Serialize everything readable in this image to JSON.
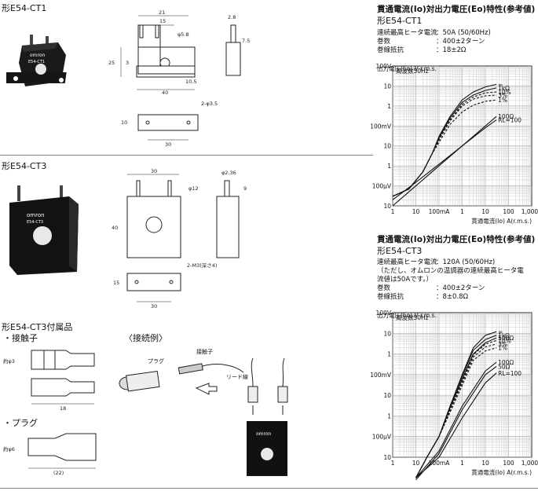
{
  "left": {
    "ct1_title": "形E54-CT1",
    "ct3_title": "形E54-CT3",
    "acc_title": "形E54-CT3付属品",
    "contact_label": "・接触子",
    "plug_label": "・プラグ",
    "connection_label": "〈接続例〉",
    "conn_plug": "プラグ",
    "conn_contact": "接触子",
    "conn_lead": "リード線",
    "ct1_dims": {
      "w21": "21",
      "w15": "15",
      "phi58": "φ5.8",
      "h28": "2.8",
      "h75": "7.5",
      "h25": "25",
      "h3": "3",
      "h105": "10.5",
      "w40": "40",
      "hole": "2-φ3.5",
      "h10": "10",
      "w30": "30"
    },
    "ct3_dims": {
      "w30": "30",
      "phi236": "φ2.36",
      "h9": "9",
      "phi12": "φ12",
      "h40": "40",
      "m3": "2-M3(深さ4)",
      "h15": "15",
      "w30b": "30"
    },
    "acc_dims": {
      "phi3": "約φ3",
      "l18": "18",
      "phi6": "約φ6",
      "l22": "(22)"
    },
    "product_label_ct1": "E54-CT1",
    "product_label_ct3": "E54-CT3",
    "brand": "omron"
  },
  "right": {
    "ct1": {
      "chart_title": "貫通電流(Io)対出力電圧(Eo)特性(参考値)",
      "model": "形E54-CT1",
      "spec_rows": [
        {
          "label": "連続最高ヒータ電流",
          "value": "：50A (50/60Hz)"
        },
        {
          "label": "巻数",
          "value": "：400±2ターン"
        },
        {
          "label": "巻線抵抗",
          "value": "：18±2Ω"
        }
      ]
    },
    "ct3": {
      "chart_title": "貫通電流(Io)対出力電圧(Eo)特性(参考値)",
      "model": "形E54-CT3",
      "spec_rows": [
        {
          "label": "連続最高ヒータ電流",
          "value": "：120A (50/60Hz)"
        }
      ],
      "note1": "（ただし、オムロンの温調器の連続最高ヒータ電",
      "note2": "流値は50Aです。）",
      "spec_rows2": [
        {
          "label": "巻数",
          "value": "：400±2ターン"
        },
        {
          "label": "巻線抵抗",
          "value": "：8±0.8Ω"
        }
      ]
    }
  },
  "chart_data": [
    {
      "type": "line",
      "title": "貫通電流(Io)対出力電圧(Eo)特性(参考値)",
      "xlabel": "貫通電流(Io) A(r.m.s.)",
      "ylabel": "出力電圧(Eo) V r.m.s.",
      "frequency_note": "周波数50Hz",
      "x_scale": "log",
      "y_scale": "log",
      "xlim": [
        1,
        1000
      ],
      "ylim": [
        1e-05,
        100
      ],
      "x_ticks": [
        "1",
        "10",
        "100mA",
        "1",
        "10",
        "100",
        "1,000A"
      ],
      "y_ticks": [
        "100V",
        "10",
        "1",
        "100mV",
        "10",
        "1",
        "100μV",
        "10"
      ],
      "series": [
        {
          "name": "∞",
          "x": [
            0.001,
            0.005,
            0.02,
            0.05,
            0.1,
            0.3,
            1,
            3,
            10,
            30
          ],
          "y": [
            3e-05,
            7e-05,
            0.0005,
            0.004,
            0.03,
            0.3,
            2,
            5,
            9,
            12
          ]
        },
        {
          "name": "1kΩ",
          "x": [
            0.001,
            0.005,
            0.02,
            0.05,
            0.1,
            0.3,
            1,
            3,
            10,
            30
          ],
          "y": [
            3e-05,
            7e-05,
            0.0005,
            0.004,
            0.025,
            0.25,
            1.5,
            3.5,
            6,
            8
          ]
        },
        {
          "name": "10%",
          "x": [
            0.001,
            0.005,
            0.02,
            0.05,
            0.1,
            0.3,
            1,
            3,
            10,
            30
          ],
          "y": [
            3e-05,
            7e-05,
            0.0005,
            0.004,
            0.02,
            0.2,
            1.2,
            2.8,
            4.5,
            5
          ]
        },
        {
          "name": "3%",
          "x": [
            0.001,
            0.005,
            0.02,
            0.05,
            0.1,
            0.3,
            1,
            3,
            10,
            30
          ],
          "y": [
            3e-05,
            7e-05,
            0.0005,
            0.004,
            0.02,
            0.18,
            1.0,
            2.2,
            3.2,
            3.5
          ]
        },
        {
          "name": "1%",
          "x": [
            0.001,
            0.005,
            0.02,
            0.05,
            0.1,
            0.3,
            1,
            3,
            10,
            30
          ],
          "y": [
            3e-05,
            7e-05,
            0.0005,
            0.004,
            0.015,
            0.12,
            0.5,
            1.1,
            1.7,
            2.0
          ]
        },
        {
          "name": "100Ω",
          "x": [
            0.001,
            0.01,
            0.1,
            1,
            10,
            30
          ],
          "y": [
            1e-05,
            0.0001,
            0.001,
            0.01,
            0.1,
            0.3
          ]
        },
        {
          "name": "RL=100",
          "x": [
            0.001,
            0.01,
            0.1,
            1,
            10,
            30
          ],
          "y": [
            2e-05,
            0.00015,
            0.0012,
            0.01,
            0.08,
            0.2
          ]
        }
      ],
      "labels": [
        "歪率",
        "10%",
        "3%",
        "1%",
        "∞",
        "1kΩ",
        "100Ω",
        "RL=100"
      ]
    },
    {
      "type": "line",
      "title": "貫通電流(Io)対出力電圧(Eo)特性(参考値)",
      "xlabel": "貫通電流(Io) A(r.m.s.)",
      "ylabel": "出力電圧(Eo) V r.m.s.",
      "frequency_note": "周波数50Hz",
      "x_scale": "log",
      "y_scale": "log",
      "xlim": [
        1,
        1000
      ],
      "ylim": [
        1e-05,
        100
      ],
      "x_ticks": [
        "1",
        "10",
        "100mA",
        "1",
        "10",
        "100",
        "1,000A"
      ],
      "y_ticks": [
        "100V",
        "10",
        "1",
        "100mV",
        "10",
        "1",
        "100μV",
        "10"
      ],
      "series": [
        {
          "name": "∞",
          "x": [
            0.01,
            0.03,
            0.1,
            0.3,
            1,
            3,
            10,
            30
          ],
          "y": [
            1e-06,
            1e-05,
            0.0001,
            0.003,
            0.1,
            2,
            8,
            12
          ]
        },
        {
          "name": "1kΩ",
          "x": [
            0.01,
            0.03,
            0.1,
            0.3,
            1,
            3,
            10,
            30
          ],
          "y": [
            1e-06,
            1e-05,
            0.0001,
            0.003,
            0.08,
            1.5,
            5,
            8
          ]
        },
        {
          "name": "500Ω",
          "x": [
            0.01,
            0.03,
            0.1,
            0.3,
            1,
            3,
            10,
            30
          ],
          "y": [
            1e-06,
            1e-05,
            0.0001,
            0.0025,
            0.06,
            1,
            3.5,
            6
          ]
        },
        {
          "name": "10%",
          "x": [
            0.01,
            0.03,
            0.1,
            0.3,
            1,
            3,
            10,
            30
          ],
          "y": [
            1e-06,
            1e-05,
            0.0001,
            0.002,
            0.05,
            0.9,
            3,
            4.5
          ]
        },
        {
          "name": "3%",
          "x": [
            0.01,
            0.03,
            0.1,
            0.3,
            1,
            3,
            10,
            30
          ],
          "y": [
            1e-06,
            1e-05,
            0.0001,
            0.002,
            0.04,
            0.7,
            2.2,
            3
          ]
        },
        {
          "name": "1%",
          "x": [
            0.01,
            0.03,
            0.1,
            0.3,
            1,
            3,
            10,
            30
          ],
          "y": [
            1e-06,
            1e-05,
            0.0001,
            0.0015,
            0.03,
            0.5,
            1.4,
            2
          ]
        },
        {
          "name": "100Ω",
          "x": [
            0.01,
            0.1,
            1,
            10,
            30
          ],
          "y": [
            1e-06,
            2e-05,
            0.003,
            0.15,
            0.4
          ]
        },
        {
          "name": "50Ω",
          "x": [
            0.01,
            0.1,
            1,
            10,
            30
          ],
          "y": [
            8e-07,
            1.5e-05,
            0.002,
            0.1,
            0.25
          ]
        },
        {
          "name": "RL=100",
          "x": [
            0.01,
            0.1,
            1,
            10,
            30
          ],
          "y": [
            1e-06,
            1e-05,
            0.0008,
            0.04,
            0.12
          ]
        }
      ],
      "labels": [
        "歪率",
        "10%",
        "3%",
        "1%",
        "∞",
        "1kΩ",
        "500Ω",
        "100Ω",
        "50Ω",
        "RL=100"
      ]
    }
  ]
}
